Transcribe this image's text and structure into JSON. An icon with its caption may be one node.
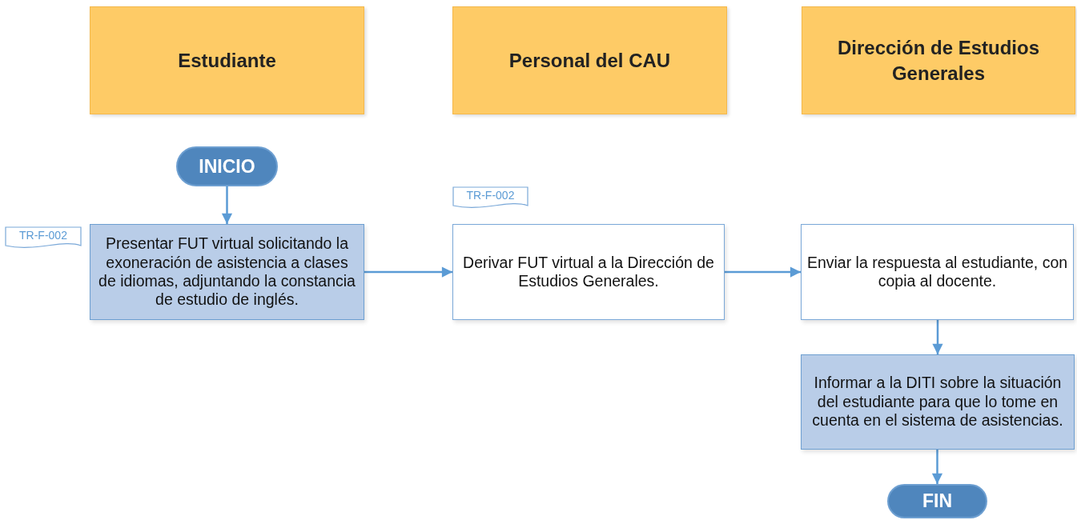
{
  "diagram": {
    "nodes": [
      {
        "text": [
          "Estudiante"
        ]
      },
      {
        "text": [
          "Personal del CAU"
        ]
      },
      {
        "text": [
          "Dirección de Estudios Generales"
        ]
      },
      {
        "text": [
          "INICIO"
        ]
      },
      {
        "text": [
          "TR-F-002"
        ]
      },
      {
        "text": [
          "Presentar FUT virtual solicitando la exoneración de asistencia a clases de idiomas, adjuntando la constancia de estudio de inglés."
        ]
      },
      {
        "text": [
          "TR-F-002"
        ]
      },
      {
        "text": [
          "Derivar FUT virtual a la Dirección de Estudios Generales."
        ]
      },
      {
        "text": [
          "Enviar la respuesta al estudiante, con copia al docente."
        ]
      },
      {
        "text": [
          "Informar a la DITI sobre la situación del estudiante para que lo tome en cuenta en el sistema de asistencias."
        ]
      },
      {
        "text": [
          "FIN"
        ]
      }
    ],
    "edges": [
      {
        "from": 3,
        "to": 5,
        "arrow": "to"
      },
      {
        "from": 5,
        "to": 7,
        "arrow": "to"
      },
      {
        "from": 7,
        "to": 8,
        "arrow": "to"
      },
      {
        "from": 8,
        "to": 9,
        "arrow": "to"
      },
      {
        "from": 9,
        "to": 10,
        "arrow": "to"
      }
    ]
  }
}
